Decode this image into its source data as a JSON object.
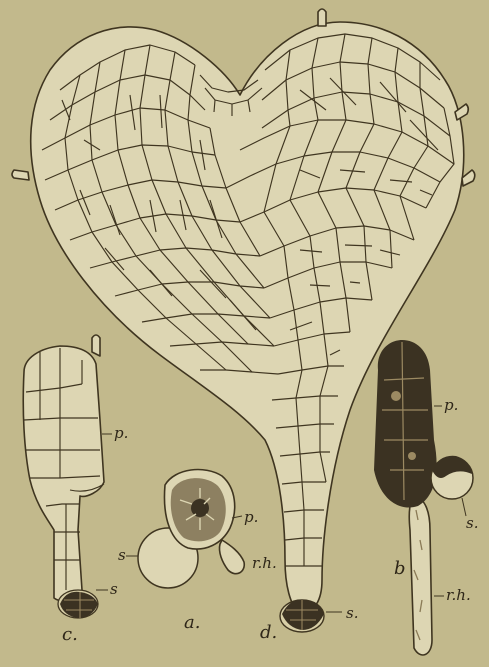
{
  "figure": {
    "labels": {
      "main_s": "s.",
      "main_d": "d.",
      "left_p": "p.",
      "left_s": "s",
      "left_c": "c.",
      "mid_p": "p.",
      "mid_s": "s",
      "mid_rh": "r.h.",
      "mid_a": "a.",
      "right_p": "p.",
      "right_s": "s.",
      "right_b": "b",
      "right_rh": "r.h."
    },
    "colors": {
      "paper": "#c2b98c",
      "ink": "#3f3520",
      "cell_fill": "#ddd6b3",
      "dark_fill": "#3b3222"
    }
  }
}
